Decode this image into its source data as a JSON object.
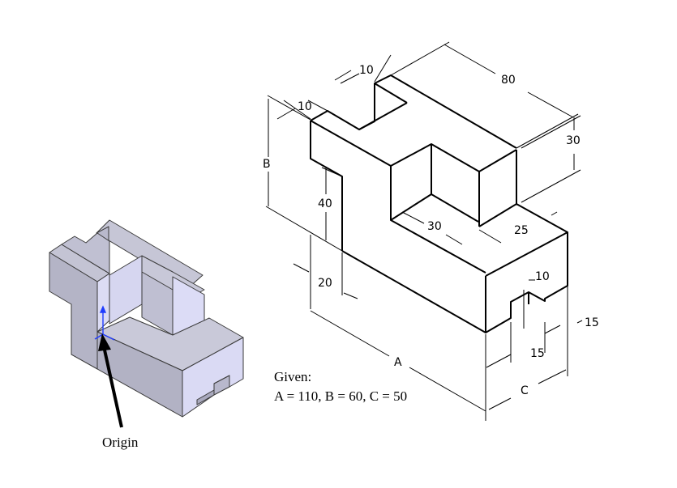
{
  "dimensions": {
    "width_top_left": "10",
    "width_top_mid": "10",
    "length_top": "80",
    "height_block": "30",
    "height_slot": "40",
    "label_b": "B",
    "offset_20": "20",
    "depth_30": "30",
    "depth_25": "25",
    "slot_10": "10",
    "slot_15_right": "15",
    "slot_15_bottom": "15",
    "label_a": "A",
    "label_c": "C"
  },
  "given": {
    "heading": "Given:",
    "values": "A = 110, B = 60, C = 50"
  },
  "origin": {
    "label": "Origin"
  },
  "colors": {
    "model_top": "#c6c6d6",
    "model_front": "#b7b7c9",
    "model_side": "#d8d8f2",
    "model_edge": "#3a3a3a",
    "axis_blue": "#1f3cff"
  }
}
